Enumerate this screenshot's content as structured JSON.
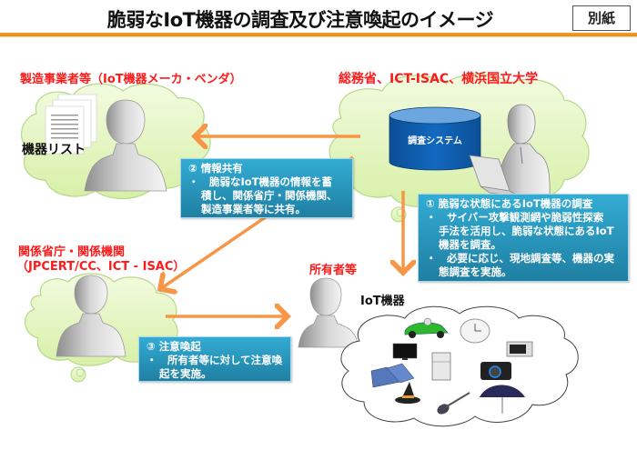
{
  "header": {
    "title": "脆弱なIoT機器の調査及び注意喚起のイメージ",
    "badge": "別紙"
  },
  "actors": {
    "manufacturers": {
      "label": "製造事業者等（IoT機器メーカ・ベンダ）",
      "device_list_label": "機器リスト"
    },
    "investigators": {
      "label": "総務省、ICT-ISAC、横浜国立大学",
      "system_label": "調査システム"
    },
    "agencies": {
      "label_line1": "関係省庁・関係機関",
      "label_line2": "（JPCERT/CC、ICT - ISAC）"
    },
    "owners": {
      "label": "所有者等",
      "devices_label": "IoT機器",
      "device_icons": [
        "car-toy-icon",
        "clock-icon",
        "tv-icon",
        "microwave-icon",
        "fridge-icon",
        "camera-icon",
        "sneakers-icon",
        "witch-hat-icon",
        "guitar-icon",
        "umbrella-icon"
      ]
    }
  },
  "steps": {
    "survey": {
      "heading": "① 脆弱な状態にあるIoT機器の調査",
      "bullet1_line1": "・　サイバー攻撃観測網や脆弱性探索",
      "bullet1_line2": "手法を活用し、脆弱な状態にあるIoT",
      "bullet1_line3": "機器を調査。",
      "bullet2_line1": "・　必要に応じ、現地調査等、機器の実",
      "bullet2_line2": "態調査を実施。"
    },
    "share": {
      "heading": "② 情報共有",
      "bullet_line1": "・　脆弱なIoT機器の情報を蓄",
      "bullet_line2": "積し、関係省庁・関係機関、",
      "bullet_line3": "製造事業者等に共有。"
    },
    "alert": {
      "heading": "③ 注意喚起",
      "bullet_line1": "・　所有者等に対して注意喚",
      "bullet_line2": "起を実施。"
    }
  },
  "colors": {
    "title_accent": "#e88a10",
    "label_red": "#ff1a1a",
    "box_blue": "#2a96c0",
    "arrow_orange": "#f79646",
    "cloud_green": "#e4f5c0",
    "cylinder_blue": "#0a5aa8"
  }
}
